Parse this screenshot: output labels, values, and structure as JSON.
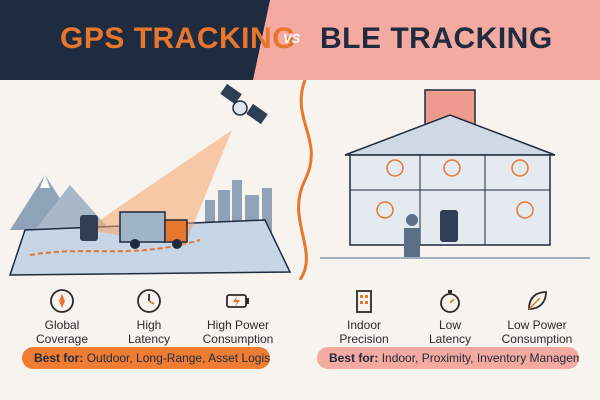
{
  "header": {
    "gps_title": "GPS TRACKING",
    "vs_label": "VS",
    "ble_title": "BLE TRACKING"
  },
  "gps_features": [
    {
      "icon": "compass-icon",
      "line1": "Global",
      "line2": "Coverage"
    },
    {
      "icon": "clock-icon",
      "line1": "High",
      "line2": "Latency"
    },
    {
      "icon": "battery-bolt-icon",
      "line1": "High Power",
      "line2": "Consumption"
    }
  ],
  "ble_features": [
    {
      "icon": "building-icon",
      "line1": "Indoor",
      "line2": "Precision"
    },
    {
      "icon": "stopwatch-icon",
      "line1": "Low",
      "line2": "Latency"
    },
    {
      "icon": "leaf-icon",
      "line1": "Low Power",
      "line2": "Consumption"
    }
  ],
  "gps_best_for": {
    "label": "Best for:",
    "text": "Outdoor, Long-Range, Asset Logistics"
  },
  "ble_best_for": {
    "label": "Best for:",
    "text": "Indoor, Proximity, Inventory Management"
  },
  "colors": {
    "navy": "#1f2b3f",
    "orange": "#e8772e",
    "salmon": "#f4aaa0"
  }
}
